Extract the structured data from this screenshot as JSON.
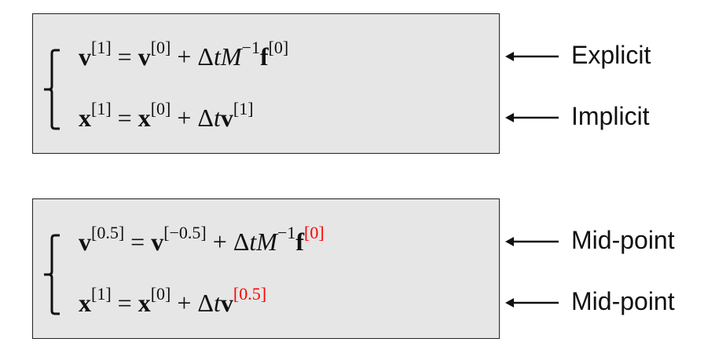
{
  "boxes": [
    {
      "rows": [
        {
          "label": "Explicit",
          "parts": [
            {
              "t": "v",
              "s": "b"
            },
            {
              "t": "[1]",
              "s": "sup"
            },
            {
              "t": "=",
              "s": "op"
            },
            {
              "t": "v",
              "s": "b"
            },
            {
              "t": "[0]",
              "s": "sup"
            },
            {
              "t": "+",
              "s": "op"
            },
            {
              "t": "Δ",
              "s": ""
            },
            {
              "t": "tM",
              "s": "i"
            },
            {
              "t": "−1",
              "s": "sup"
            },
            {
              "t": "f",
              "s": "b"
            },
            {
              "t": "[0]",
              "s": "sup"
            }
          ]
        },
        {
          "label": "Implicit",
          "parts": [
            {
              "t": "x",
              "s": "b"
            },
            {
              "t": "[1]",
              "s": "sup"
            },
            {
              "t": "=",
              "s": "op"
            },
            {
              "t": "x",
              "s": "b"
            },
            {
              "t": "[0]",
              "s": "sup"
            },
            {
              "t": "+",
              "s": "op"
            },
            {
              "t": "Δ",
              "s": ""
            },
            {
              "t": "t",
              "s": "i"
            },
            {
              "t": "v",
              "s": "b"
            },
            {
              "t": "[1]",
              "s": "sup"
            }
          ]
        }
      ]
    },
    {
      "rows": [
        {
          "label": "Mid-point",
          "parts": [
            {
              "t": "v",
              "s": "b"
            },
            {
              "t": "[0.5]",
              "s": "sup"
            },
            {
              "t": "=",
              "s": "op"
            },
            {
              "t": "v",
              "s": "b"
            },
            {
              "t": "[−0.5]",
              "s": "sup"
            },
            {
              "t": "+",
              "s": "op"
            },
            {
              "t": "Δ",
              "s": ""
            },
            {
              "t": "tM",
              "s": "i"
            },
            {
              "t": "−1",
              "s": "sup"
            },
            {
              "t": "f",
              "s": "b"
            },
            {
              "t": "[0]",
              "s": "sup",
              "color": "#ff0000"
            }
          ]
        },
        {
          "label": "Mid-point",
          "parts": [
            {
              "t": "x",
              "s": "b"
            },
            {
              "t": "[1]",
              "s": "sup"
            },
            {
              "t": "=",
              "s": "op"
            },
            {
              "t": "x",
              "s": "b"
            },
            {
              "t": "[0]",
              "s": "sup"
            },
            {
              "t": "+",
              "s": "op"
            },
            {
              "t": "Δ",
              "s": ""
            },
            {
              "t": "t",
              "s": "i"
            },
            {
              "t": "v",
              "s": "b"
            },
            {
              "t": "[0.5]",
              "s": "sup",
              "color": "#ff0000"
            }
          ]
        }
      ]
    }
  ]
}
